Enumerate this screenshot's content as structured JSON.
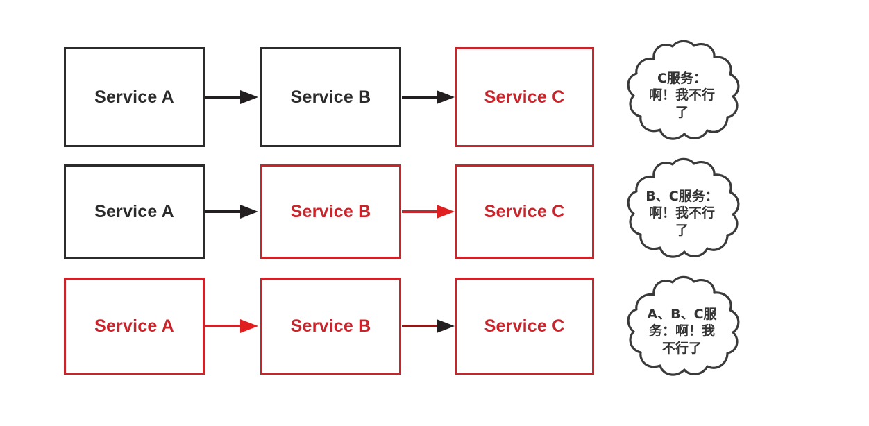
{
  "diagram": {
    "title": "Service cascading failure (avalanche) illustration",
    "colors": {
      "healthy": "#2b2b2b",
      "failed": "#c8242b",
      "cloud_stroke": "#3a3a3a",
      "background": "#ffffff"
    },
    "rows": [
      {
        "id": "row-1",
        "boxes": [
          {
            "label": "Service A",
            "state": "healthy"
          },
          {
            "label": "Service B",
            "state": "healthy"
          },
          {
            "label": "Service C",
            "state": "failed"
          }
        ],
        "arrows": [
          {
            "from": "Service A",
            "to": "Service B",
            "state": "healthy"
          },
          {
            "from": "Service B",
            "to": "Service C",
            "state": "healthy"
          }
        ],
        "cloud": {
          "lines": [
            "C服务：",
            "啊！我不行",
            "了"
          ],
          "text": "C服务：啊！我不行了"
        }
      },
      {
        "id": "row-2",
        "boxes": [
          {
            "label": "Service A",
            "state": "healthy"
          },
          {
            "label": "Service B",
            "state": "failed"
          },
          {
            "label": "Service C",
            "state": "failed"
          }
        ],
        "arrows": [
          {
            "from": "Service A",
            "to": "Service B",
            "state": "healthy"
          },
          {
            "from": "Service B",
            "to": "Service C",
            "state": "failed"
          }
        ],
        "cloud": {
          "lines": [
            "B、C服务：",
            "啊！我不行",
            "了"
          ],
          "text": "B、C服务：啊！我不行了"
        }
      },
      {
        "id": "row-3",
        "boxes": [
          {
            "label": "Service A",
            "state": "failed"
          },
          {
            "label": "Service B",
            "state": "failed"
          },
          {
            "label": "Service C",
            "state": "failed"
          }
        ],
        "arrows": [
          {
            "from": "Service A",
            "to": "Service B",
            "state": "failed"
          },
          {
            "from": "Service B",
            "to": "Service C",
            "state": "failed"
          }
        ],
        "cloud": {
          "lines": [
            "A、B、C服",
            "务：啊！我",
            "不行了"
          ],
          "text": "A、B、C服务：啊！我不行了"
        }
      }
    ]
  }
}
